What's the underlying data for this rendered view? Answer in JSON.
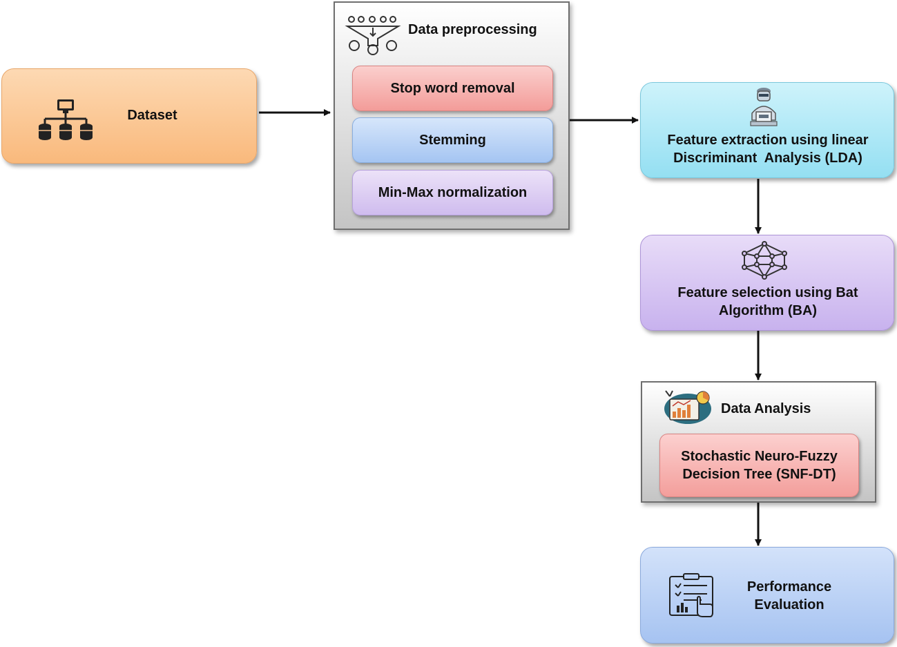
{
  "dataset": {
    "label": "Dataset"
  },
  "preprocessing": {
    "title": "Data preprocessing",
    "steps": [
      "Stop word removal",
      "Stemming",
      "Min-Max normalization"
    ]
  },
  "feature_extraction": {
    "line1": "Feature extraction using linear",
    "line2": "Discriminant  Analysis (LDA)"
  },
  "feature_selection": {
    "line1": "Feature selection using Bat",
    "line2": "Algorithm (BA)"
  },
  "data_analysis": {
    "title": "Data Analysis",
    "model_line1": "Stochastic Neuro-Fuzzy",
    "model_line2": "Decision Tree (SNF-DT)"
  },
  "evaluation": {
    "line1": "Performance",
    "line2": "Evaluation"
  },
  "colors": {
    "dataset_fill": "#fbc48e",
    "stop_word_fill": "#f6a9a6",
    "stemming_fill": "#b8d3f6",
    "minmax_fill": "#dccdf1",
    "extraction_fill": "#aee7f6",
    "selection_fill": "#d7c3f1",
    "snf_fill": "#f8aeac",
    "evaluation_fill": "#bcd2f6"
  }
}
